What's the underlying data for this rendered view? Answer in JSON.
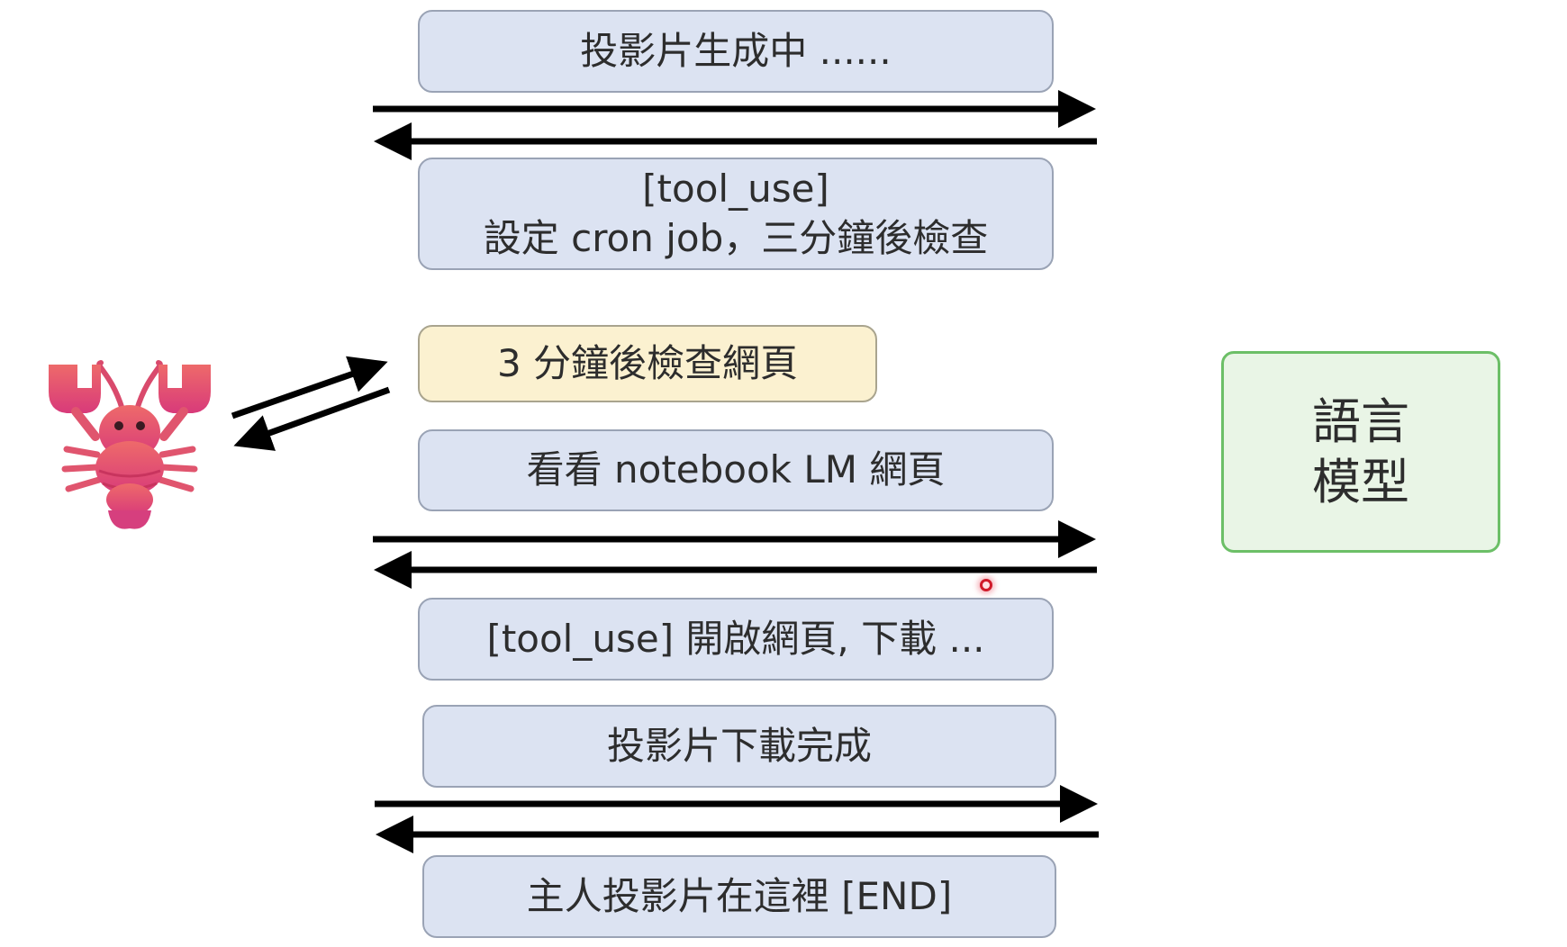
{
  "messages": [
    {
      "id": "m1",
      "lines": [
        "投影片生成中 ......"
      ],
      "style": "blue"
    },
    {
      "id": "m2",
      "lines": [
        "[tool_use]",
        "設定 cron job，三分鐘後檢查"
      ],
      "style": "blue"
    },
    {
      "id": "m3",
      "lines": [
        "3 分鐘後檢查網頁"
      ],
      "style": "yellow"
    },
    {
      "id": "m4",
      "lines": [
        "看看 notebook LM 網頁"
      ],
      "style": "blue"
    },
    {
      "id": "m5",
      "lines": [
        "[tool_use] 開啟網頁, 下載 ..."
      ],
      "style": "blue"
    },
    {
      "id": "m6",
      "lines": [
        "投影片下載完成"
      ],
      "style": "blue"
    },
    {
      "id": "m7",
      "lines": [
        "主人投影片在這裡 [END]"
      ],
      "style": "blue"
    }
  ],
  "model_box": {
    "lines": [
      "語言",
      "模型"
    ]
  },
  "agent": {
    "icon": "lobster-icon"
  },
  "colors": {
    "message_fill": "#dce3f2",
    "highlight_fill": "#fbf1d0",
    "model_fill": "#e9f5e6",
    "model_border": "#6cbf67",
    "lobster": "#e2506a",
    "arrow": "#000000"
  }
}
